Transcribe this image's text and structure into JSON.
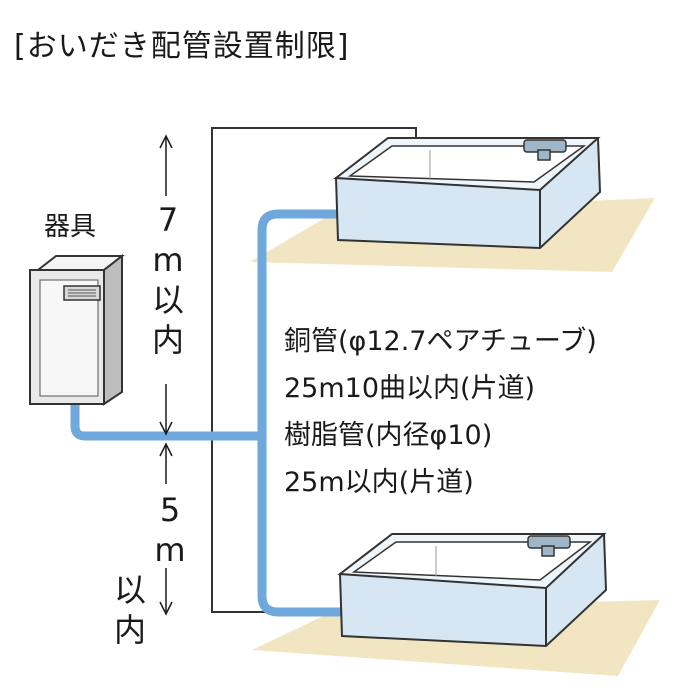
{
  "title": "[おいだき配管設置制限]",
  "device_label": "器具",
  "upper_distance": {
    "value": "7",
    "unit": "m",
    "line1": "以",
    "line2": "内"
  },
  "lower_distance": {
    "value": "5",
    "unit": "m",
    "line1": "以",
    "line2": "内"
  },
  "spec_lines": [
    "銅管(φ12.7ペアチューブ)",
    "25m10曲以内(片道)",
    "樹脂管(内径φ10)",
    "25m以内(片道)"
  ],
  "colors": {
    "pipe": "#6fa8dc",
    "floor": "#f2e6c2",
    "tub_fill": "#d6e6f3",
    "tub_inner": "#eef5fb",
    "outline": "#333333"
  }
}
